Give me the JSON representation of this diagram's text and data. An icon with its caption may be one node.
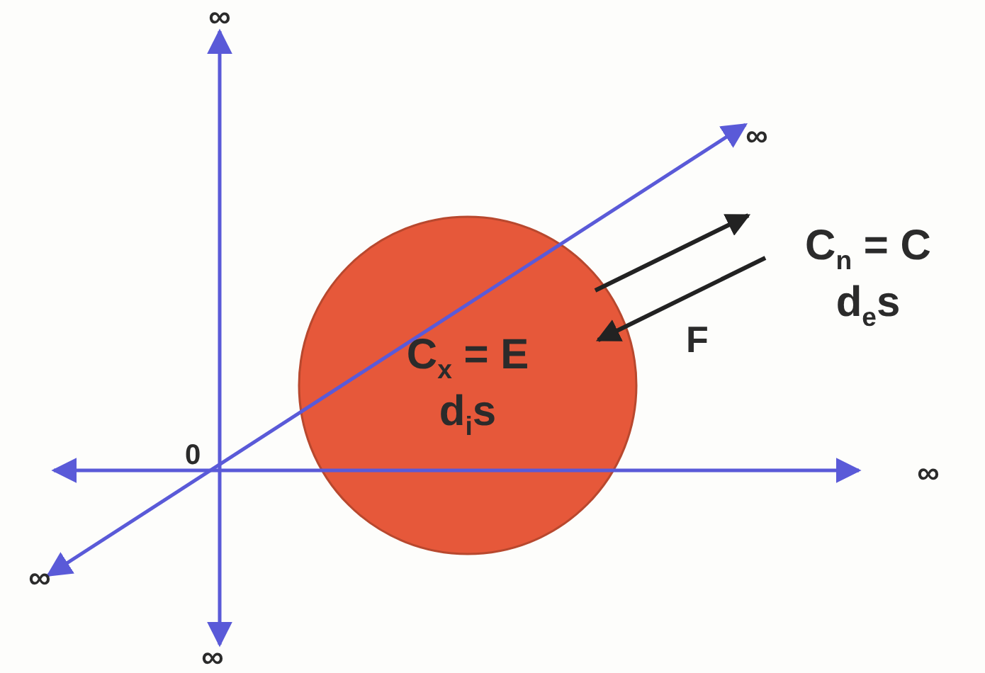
{
  "diagram": {
    "nodes": [
      {
        "text": [
          "C$_{x}$ = E",
          "d$_{i}$s"
        ]
      },
      {
        "text": [
          "C$_{n}$ = C",
          "d$_{e}$s"
        ]
      }
    ],
    "edges": [
      {
        "from": 0,
        "to": 1,
        "arrow": "to"
      },
      {
        "from": 1,
        "to": 0,
        "arrow": "to"
      }
    ],
    "labels": [
      "∞",
      "∞",
      "F",
      "0",
      "∞",
      "∞",
      "∞"
    ]
  }
}
